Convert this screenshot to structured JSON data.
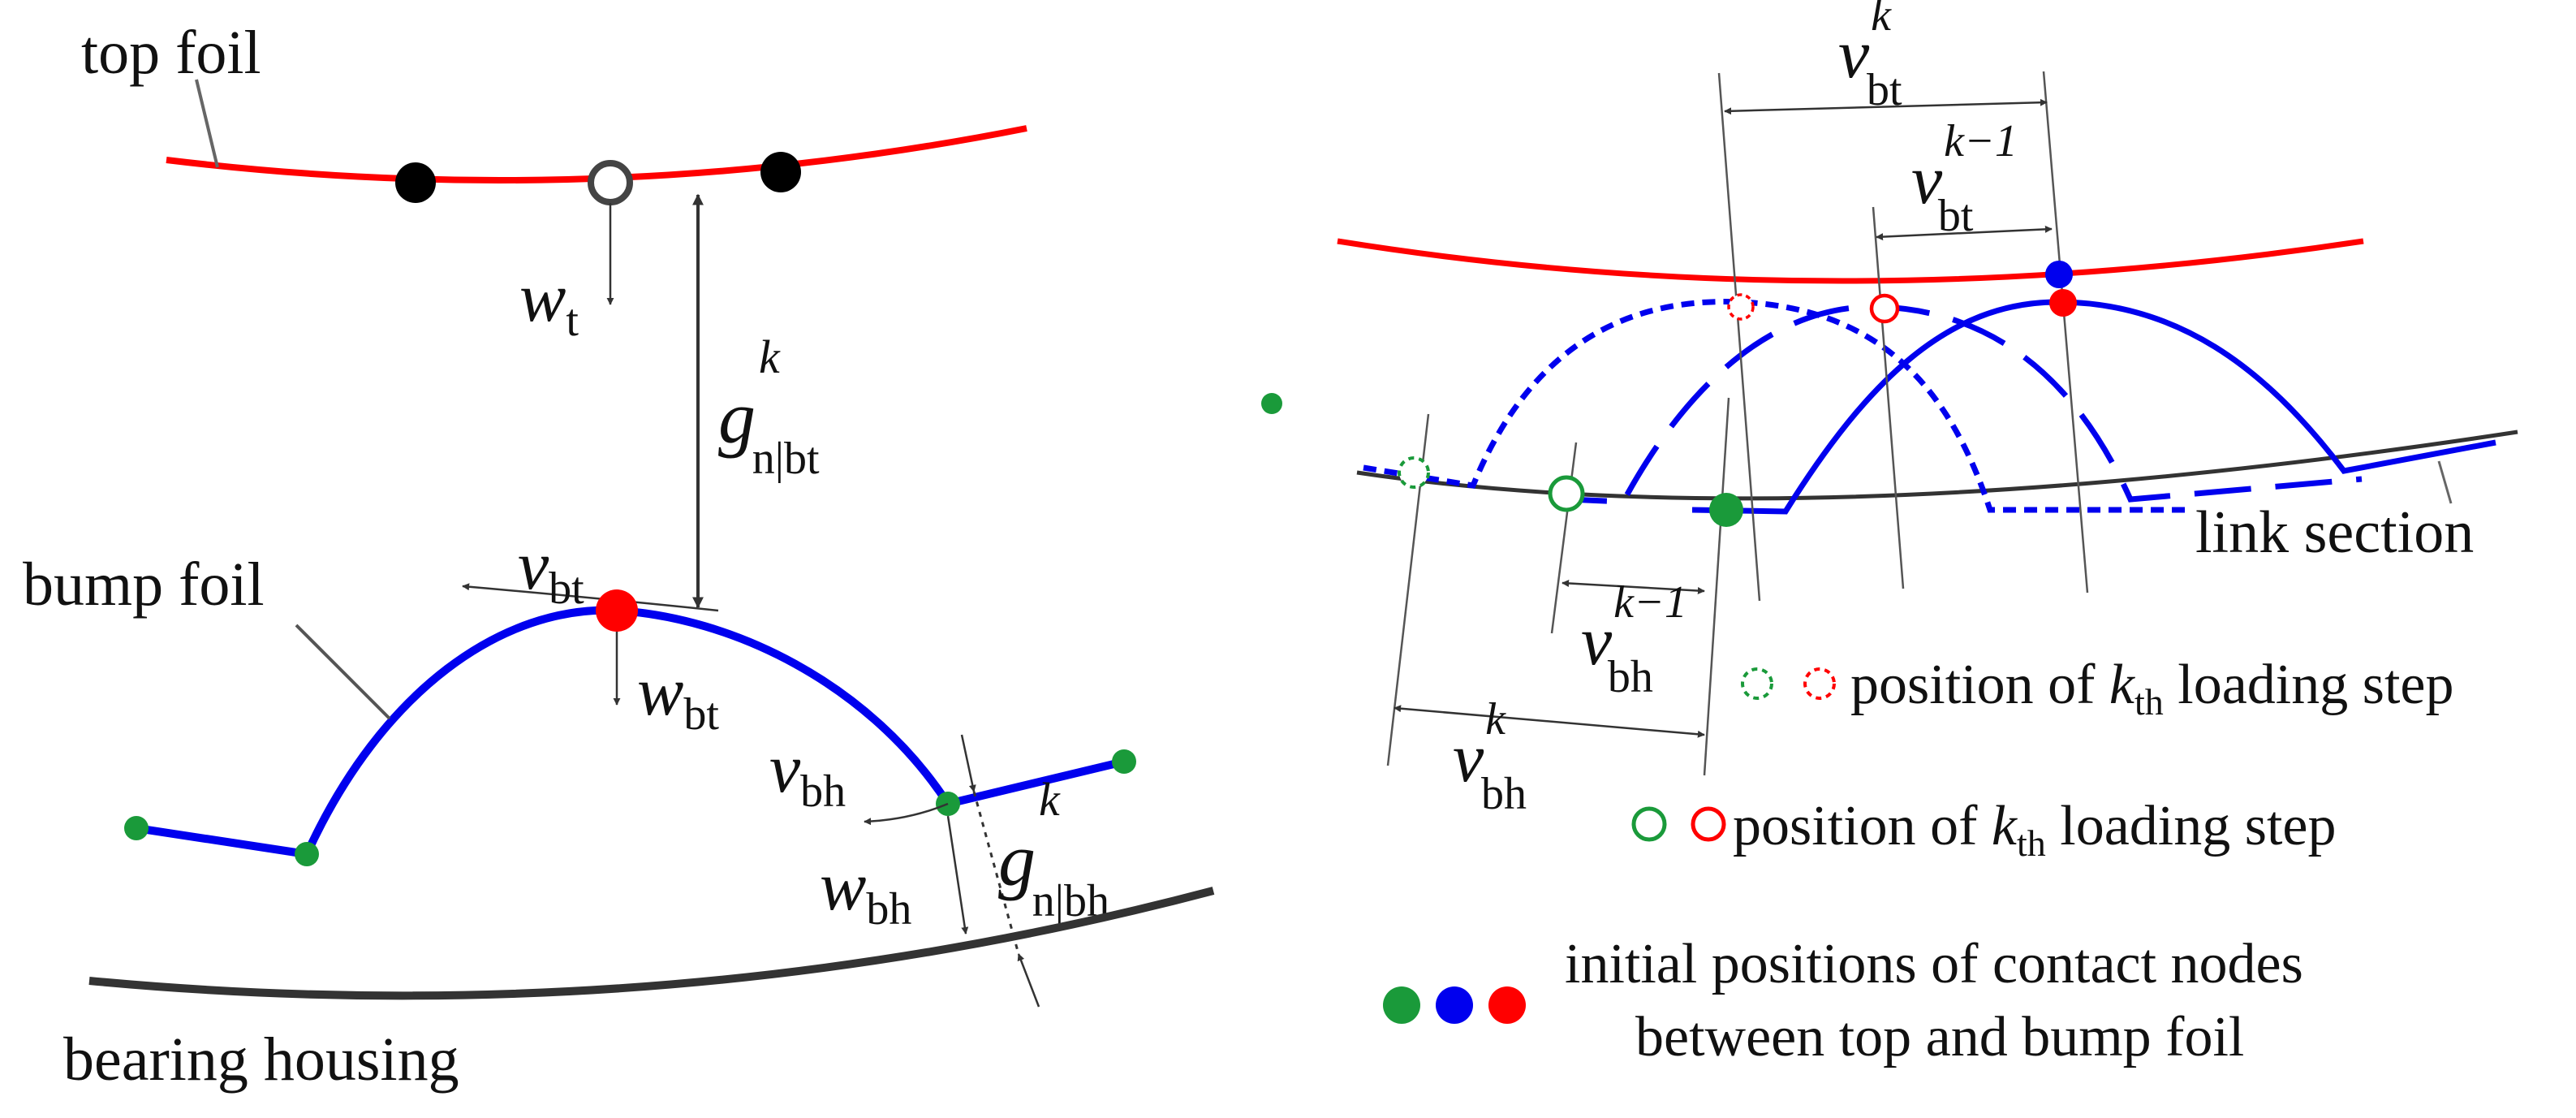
{
  "colors": {
    "top_foil": "#ff0000",
    "bump_foil": "#0000ee",
    "housing": "#333333",
    "contact_green": "#1a9a3a",
    "contact_blue": "#0000ee",
    "contact_red": "#ff0000",
    "node_black": "#000000"
  },
  "left": {
    "top_foil_label": "top foil",
    "bump_foil_label": "bump foil",
    "bearing_housing_label": "bearing housing",
    "w_t": {
      "base": "w",
      "sub": "t"
    },
    "g_bt": {
      "base": "g",
      "sup": "k",
      "sub": "n|bt"
    },
    "v_bt": {
      "base": "v",
      "sub": "bt"
    },
    "w_bt": {
      "base": "w",
      "sub": "bt"
    },
    "v_bh": {
      "base": "v",
      "sub": "bh"
    },
    "w_bh": {
      "base": "w",
      "sub": "bh"
    },
    "g_bh": {
      "base": "g",
      "sup": "k",
      "sub": "n|bh"
    }
  },
  "right": {
    "link_section_label": "link section",
    "v_bt_k": {
      "base": "v",
      "sup": "k",
      "sub": "bt"
    },
    "v_bt_k1": {
      "base": "v",
      "sup": "k−1",
      "sub": "bt"
    },
    "v_bh_k1": {
      "base": "v",
      "sup": "k−1",
      "sub": "bh"
    },
    "v_bh_k": {
      "base": "v",
      "sup": "k",
      "sub": "bh"
    }
  },
  "legend": {
    "dashed_text": "position of ",
    "solid_text": "position of ",
    "k": "k",
    "th": "th",
    "loading_step": " loading step",
    "initial_line1": "initial positions of contact nodes",
    "initial_line2": "between top and bump foil"
  }
}
